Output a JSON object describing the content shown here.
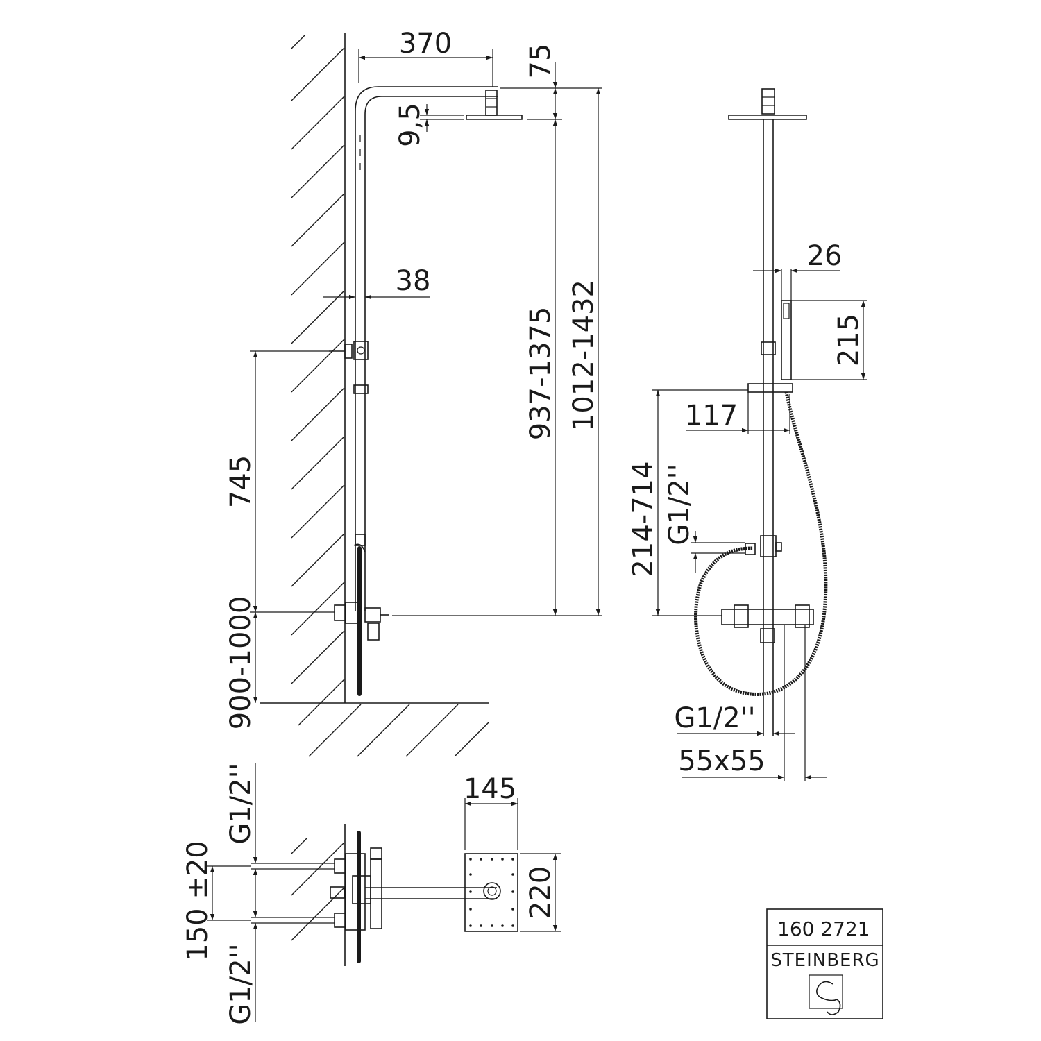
{
  "dimensions": {
    "head_reach": "370",
    "head_top_offset": "75",
    "head_thickness": "9,5",
    "rail_diameter": "38",
    "height_range_head": "937-1375",
    "height_range_total": "1012-1432",
    "mount_height": "745",
    "mixer_height": "900-1000",
    "handshower_width": "26",
    "handshower_length": "215",
    "holder_offset": "117",
    "holder_range": "214-714",
    "hose_outlet_thread": "G1/2''",
    "bottom_thread": "G1/2''",
    "rail_section": "55x55",
    "plate_width": "145",
    "plate_height": "220",
    "inlet_spacing": "150 ±20",
    "inlet_thread_top": "G1/2''",
    "inlet_thread_bottom": "G1/2''"
  },
  "title_block": {
    "article_number": "160 2721",
    "brand": "STEINBERG"
  },
  "icons": {
    "brand_logo": "steinberg-logo-icon"
  }
}
